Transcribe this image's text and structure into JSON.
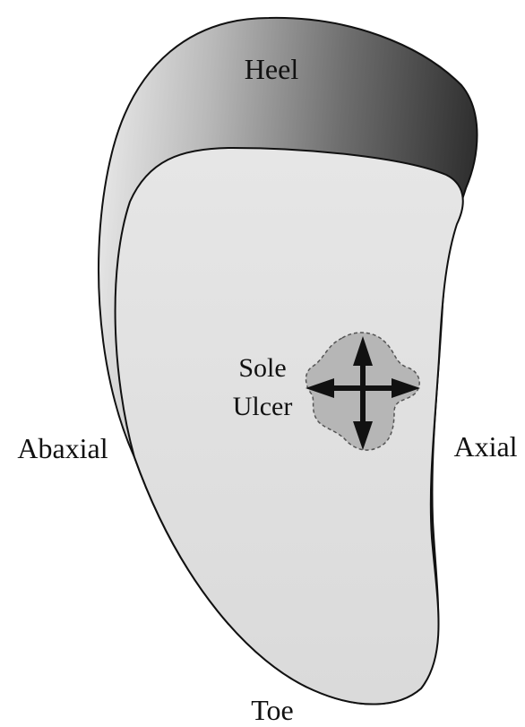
{
  "labels": {
    "heel": "Heel",
    "sole_line1": "Sole",
    "sole_line2": "Ulcer",
    "abaxial": "Abaxial",
    "axial": "Axial",
    "toe": "Toe"
  },
  "colors": {
    "background": "#ffffff",
    "outline": "#111111",
    "sole_fill": "#e0e0e0",
    "ulcer_fill": "#b4b4b4",
    "arrow": "#111111",
    "heel_light": "#e6e6e6",
    "heel_dark": "#3a3a3a"
  },
  "icons": {
    "ulcer_arrows": "four-way-expansion-arrows-icon"
  }
}
